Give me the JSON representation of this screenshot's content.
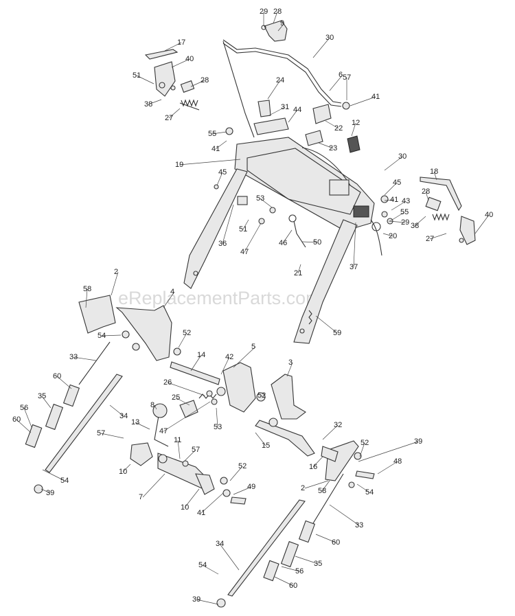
{
  "watermark": "eReplacementParts.com",
  "callouts": [
    {
      "num": "29"
    },
    {
      "num": "28"
    },
    {
      "num": "9"
    },
    {
      "num": "30"
    },
    {
      "num": "17"
    },
    {
      "num": "40"
    },
    {
      "num": "51"
    },
    {
      "num": "28"
    },
    {
      "num": "38"
    },
    {
      "num": "27"
    },
    {
      "num": "6"
    },
    {
      "num": "57"
    },
    {
      "num": "41"
    },
    {
      "num": "24"
    },
    {
      "num": "31"
    },
    {
      "num": "44"
    },
    {
      "num": "22"
    },
    {
      "num": "12"
    },
    {
      "num": "55"
    },
    {
      "num": "41"
    },
    {
      "num": "23"
    },
    {
      "num": "19"
    },
    {
      "num": "45"
    },
    {
      "num": "30"
    },
    {
      "num": "18"
    },
    {
      "num": "45"
    },
    {
      "num": "53"
    },
    {
      "num": "43"
    },
    {
      "num": "41"
    },
    {
      "num": "28"
    },
    {
      "num": "55"
    },
    {
      "num": "40"
    },
    {
      "num": "29"
    },
    {
      "num": "38"
    },
    {
      "num": "27"
    },
    {
      "num": "51"
    },
    {
      "num": "36"
    },
    {
      "num": "46"
    },
    {
      "num": "50"
    },
    {
      "num": "20"
    },
    {
      "num": "47"
    },
    {
      "num": "21"
    },
    {
      "num": "37"
    },
    {
      "num": "2"
    },
    {
      "num": "58"
    },
    {
      "num": "4"
    },
    {
      "num": "59"
    },
    {
      "num": "54"
    },
    {
      "num": "52"
    },
    {
      "num": "33"
    },
    {
      "num": "14"
    },
    {
      "num": "42"
    },
    {
      "num": "5"
    },
    {
      "num": "60"
    },
    {
      "num": "26"
    },
    {
      "num": "3"
    },
    {
      "num": "35"
    },
    {
      "num": "25"
    },
    {
      "num": "8"
    },
    {
      "num": "34"
    },
    {
      "num": "56"
    },
    {
      "num": "13"
    },
    {
      "num": "47"
    },
    {
      "num": "53"
    },
    {
      "num": "52"
    },
    {
      "num": "60"
    },
    {
      "num": "15"
    },
    {
      "num": "57"
    },
    {
      "num": "32"
    },
    {
      "num": "11"
    },
    {
      "num": "52"
    },
    {
      "num": "39"
    },
    {
      "num": "10"
    },
    {
      "num": "57"
    },
    {
      "num": "16"
    },
    {
      "num": "48"
    },
    {
      "num": "54"
    },
    {
      "num": "52"
    },
    {
      "num": "2"
    },
    {
      "num": "58"
    },
    {
      "num": "39"
    },
    {
      "num": "7"
    },
    {
      "num": "54"
    },
    {
      "num": "49"
    },
    {
      "num": "10"
    },
    {
      "num": "41"
    },
    {
      "num": "33"
    },
    {
      "num": "60"
    },
    {
      "num": "34"
    },
    {
      "num": "35"
    },
    {
      "num": "54"
    },
    {
      "num": "56"
    },
    {
      "num": "39"
    },
    {
      "num": "60"
    }
  ]
}
